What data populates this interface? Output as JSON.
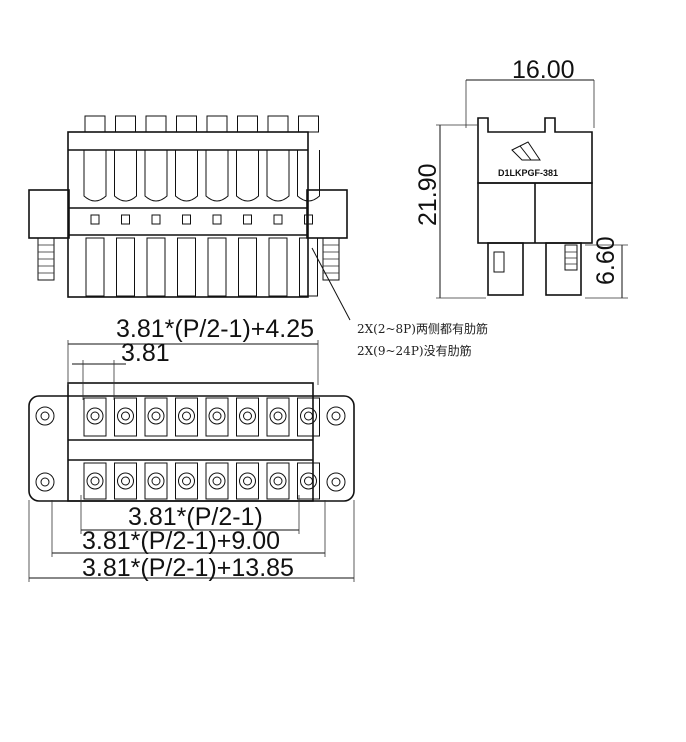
{
  "drawing": {
    "part_label": "D1LKPGF-381",
    "pin_count_drawn": 8,
    "dimensions": {
      "side_width": "16.00",
      "side_height": "21.90",
      "side_pin_height": "6.60",
      "top_overall": "3.81*(P/2-1)+4.25",
      "pitch": "3.81",
      "pin_span": "3.81*(P/2-1)",
      "body_width": "3.81*(P/2-1)+9.00",
      "overall_width": "3.81*(P/2-1)+13.85"
    },
    "notes": [
      "2X(2~8P)两侧都有肋筋",
      "2X(9~24P)没有肋筋"
    ]
  }
}
